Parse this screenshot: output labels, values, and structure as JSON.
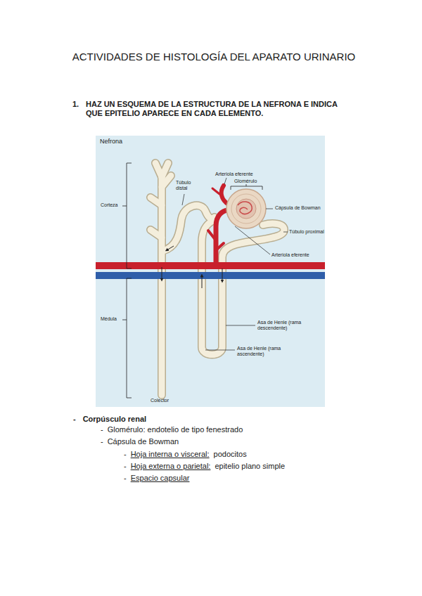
{
  "diagram": {
    "title": "ACTIVIDADES DE HISTOLOGÍA DEL APARATO URINARIO",
    "labels": [
      "1.",
      "HAZ UN ESQUEMA DE LA ESTRUCTURA DE LA NEFRONA E INDICA QUE EPITELIO APARECE EN CADA ELEMENTO.",
      "Nefrona",
      "Túbulo distal",
      "Arteriola eferente",
      "Glomérulo",
      "Corteza",
      "Cápsula de Bowman",
      "Túbulo proximal",
      "Arteriola eferente",
      "Médula",
      "Asa de Henle (rama descendente)",
      "Asa de Henle (rama ascendente)",
      "Colector",
      "-",
      "Corpúsculo renal",
      "-",
      "Glomérulo: endotelio de tipo fenestrado",
      "-",
      "Cápsula de Bowman",
      "-",
      "Hoja interna o visceral:",
      "podocitos",
      "-",
      "Hoja externa o parietal:",
      "epitelio plano simple",
      "-",
      "Espacio capsular"
    ]
  }
}
